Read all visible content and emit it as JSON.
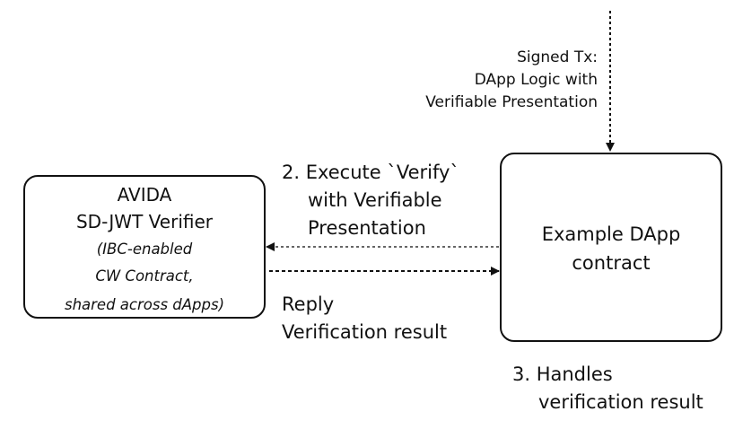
{
  "verifier": {
    "title_line1": "AVIDA",
    "title_line2": "SD-JWT Verifier",
    "sub_line1": "(IBC-enabled",
    "sub_line2": "CW Contract,",
    "sub_line3": "shared across dApps)"
  },
  "dapp": {
    "title_line1": "Example DApp",
    "title_line2": "contract"
  },
  "signed_tx": {
    "line1": "Signed Tx:",
    "line2": "DApp Logic with",
    "line3": "Verifiable Presentation"
  },
  "execute_verify": {
    "line1": "2. Execute `Verify`",
    "line2": "with Verifiable",
    "line3": "Presentation"
  },
  "reply": {
    "line1": "Reply",
    "line2": "Verification result"
  },
  "handles": {
    "line1": "3. Handles",
    "line2": "verification result"
  }
}
